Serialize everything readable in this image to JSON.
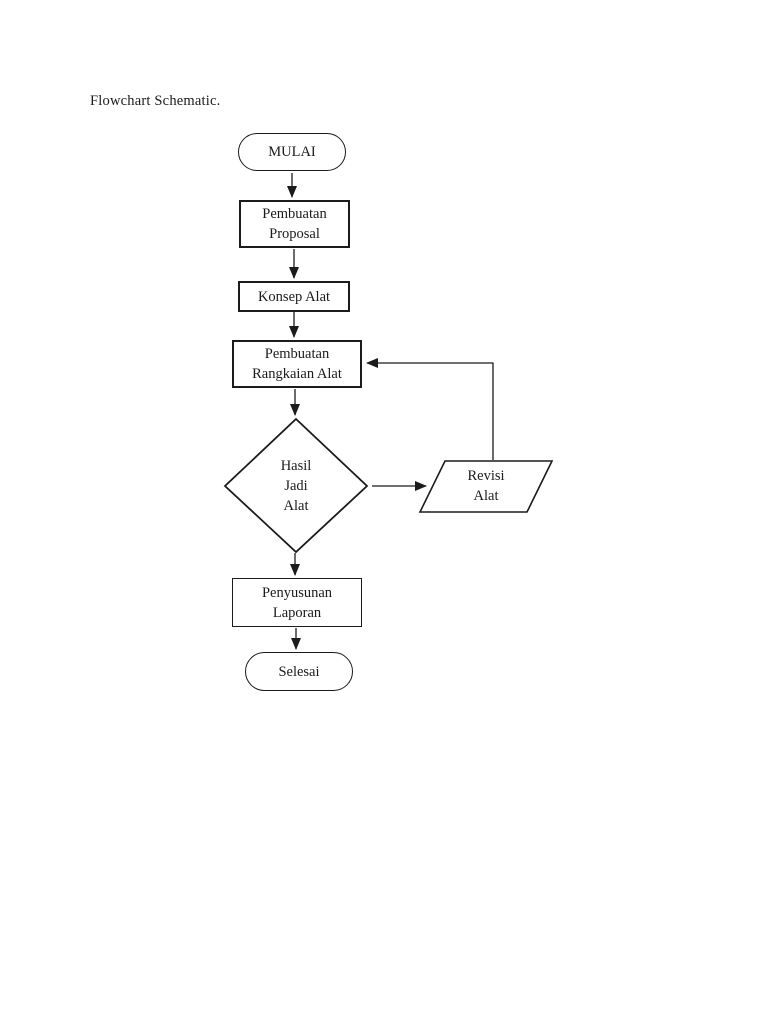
{
  "title": "Flowchart Schematic.",
  "flowchart": {
    "start": {
      "label": "MULAI"
    },
    "process_proposal": {
      "line1": "Pembuatan",
      "line2": "Proposal"
    },
    "process_konsep": {
      "label": "Konsep Alat"
    },
    "process_rangkaian": {
      "line1": "Pembuatan",
      "line2": "Rangkaian Alat"
    },
    "decision_hasil": {
      "line1": "Hasil",
      "line2": "Jadi",
      "line3": "Alat"
    },
    "io_revisi": {
      "line1": "Revisi",
      "line2": "Alat"
    },
    "process_laporan": {
      "line1": "Penyusunan",
      "line2": "Laporan"
    },
    "end": {
      "label": "Selesai"
    }
  },
  "colors": {
    "stroke": "#1b1b1b",
    "background": "#ffffff",
    "text": "#1b1b1b"
  }
}
